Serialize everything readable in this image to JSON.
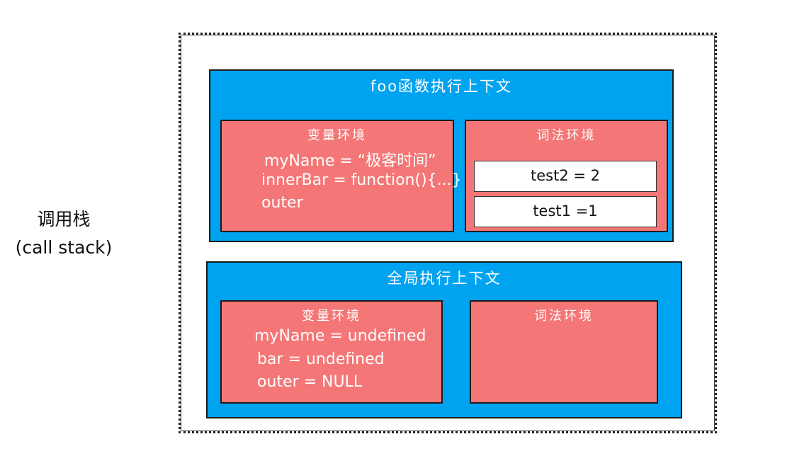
{
  "side_label": {
    "line1": "调用栈",
    "line2": "(call stack)"
  },
  "foo_context": {
    "title": "foo函数执行上下文",
    "variable_env": {
      "title": "变量环境",
      "lines": [
        "myName = “极客时间”",
        "innerBar = function(){...}",
        "outer"
      ]
    },
    "lexical_env": {
      "title": "词法环境",
      "entries": [
        "test2 = 2",
        "test1 =1"
      ]
    }
  },
  "global_context": {
    "title": "全局执行上下文",
    "variable_env": {
      "title": "变量环境",
      "lines": [
        "myName = undefined",
        "bar =  undefined",
        "outer = NULL"
      ]
    },
    "lexical_env": {
      "title": "词法环境"
    }
  },
  "colors": {
    "context_fill": "#00a3f0",
    "environment_fill": "#f47676",
    "border": "#1b1b1b"
  }
}
